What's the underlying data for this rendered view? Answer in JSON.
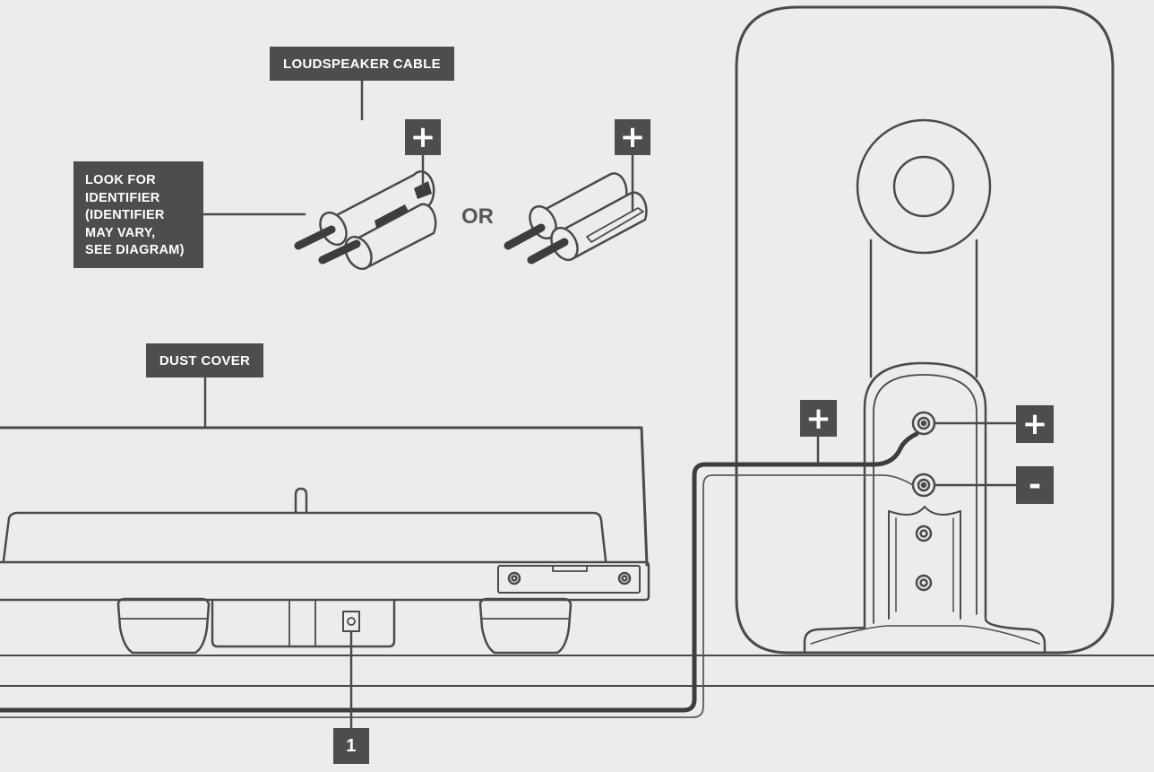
{
  "labels": {
    "loudspeaker_cable": "LOUDSPEAKER CABLE",
    "look_for_identifier": [
      "LOOK FOR",
      "IDENTIFIER",
      "(IDENTIFIER",
      "MAY VARY,",
      "SEE DIAGRAM)"
    ],
    "dust_cover": "DUST COVER",
    "or": "OR",
    "callout_number": "1"
  },
  "polarity": {
    "plus": "+",
    "minus": "-"
  },
  "colors": {
    "background": "#ececec",
    "label_fill": "#4d4d4f",
    "label_text": "#ffffff",
    "line": "#4a4a4c",
    "accent_text": "#58585a"
  },
  "icons": [
    "plus-sign",
    "minus-sign",
    "speaker-terminal-icon",
    "cable-connector-icon"
  ]
}
